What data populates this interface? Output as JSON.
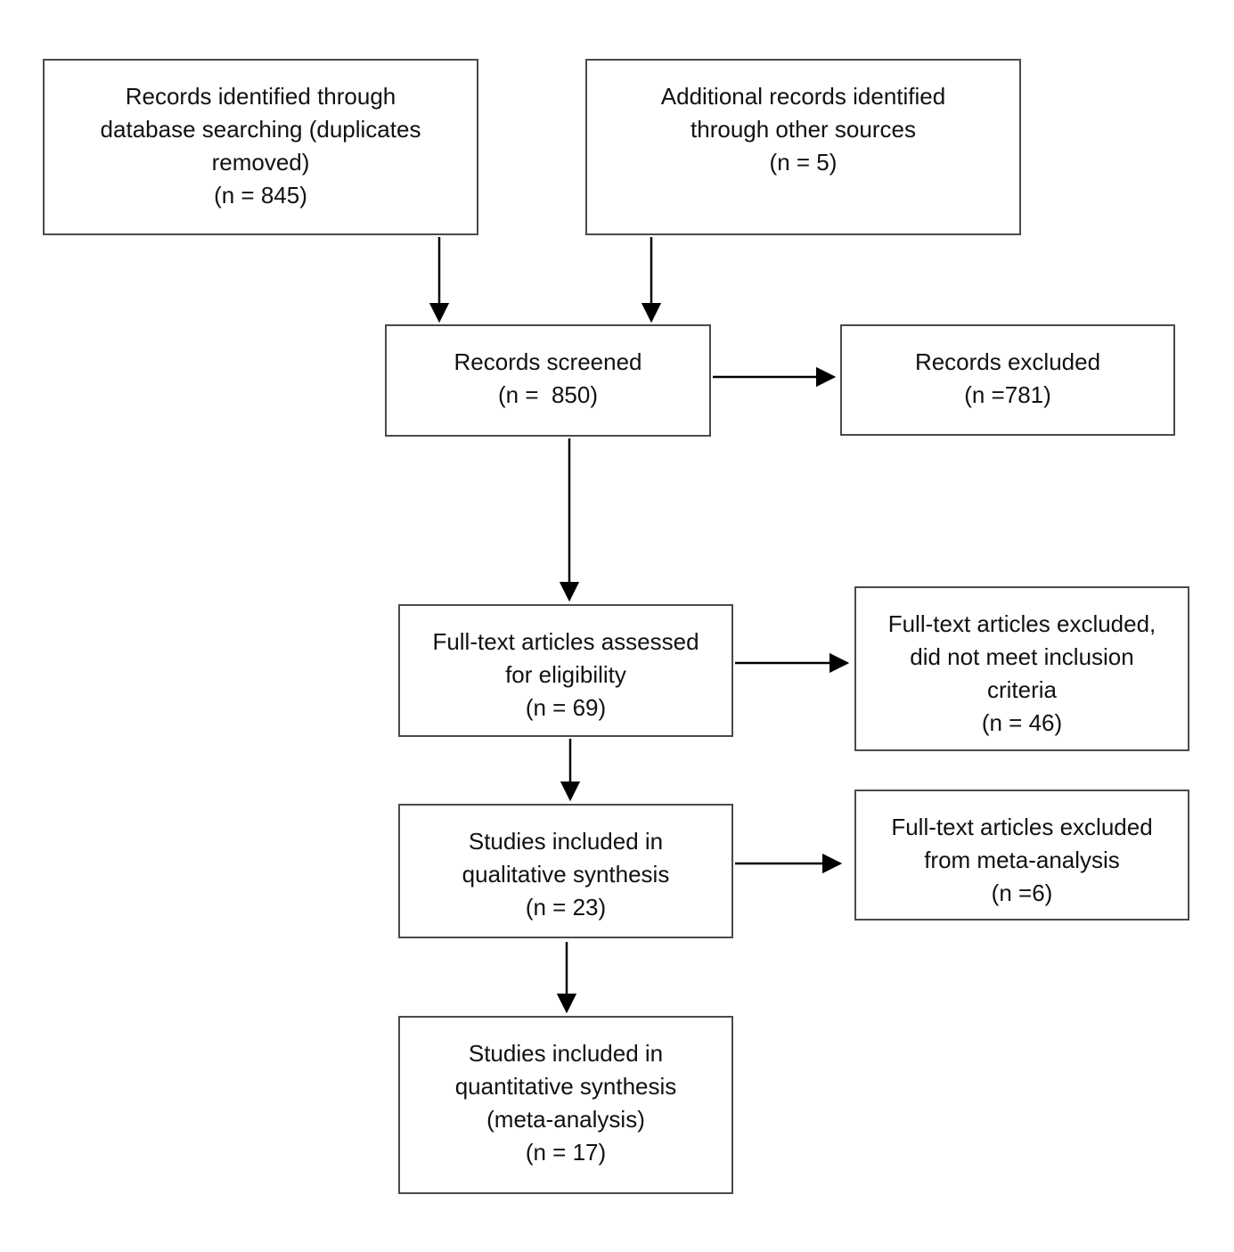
{
  "diagram": {
    "type": "prisma-flow-diagram",
    "background_color": "#ffffff",
    "box_border_color": "#4a4a4a",
    "arrow_color": "#000000",
    "text_color": "#111111",
    "boxes": {
      "records_identified": {
        "text": "Records identified through\ndatabase searching (duplicates\nremoved)\n(n = 845)",
        "count": 845
      },
      "additional_records": {
        "text": "Additional records identified\nthrough other sources\n(n = 5)",
        "count": 5
      },
      "records_screened": {
        "text": "Records screened\n(n =  850)",
        "count": 850
      },
      "records_excluded": {
        "text": "Records excluded\n(n =781)",
        "count": 781
      },
      "fulltext_assessed": {
        "text": "Full-text articles assessed\nfor eligibility\n(n = 69)",
        "count": 69
      },
      "fulltext_excluded_criteria": {
        "text": "Full-text articles excluded,\ndid not meet inclusion\ncriteria\n(n = 46)",
        "count": 46
      },
      "qualitative_included": {
        "text": "Studies included in\nqualitative synthesis\n(n = 23)",
        "count": 23
      },
      "fulltext_excluded_meta": {
        "text": "Full-text articles excluded\nfrom meta-analysis\n(n =6)",
        "count": 6
      },
      "quantitative_included": {
        "text": "Studies included in\nquantitative synthesis\n(meta-analysis)\n(n = 17)",
        "count": 17
      }
    },
    "connections": [
      {
        "from": "records_identified",
        "to": "records_screened"
      },
      {
        "from": "additional_records",
        "to": "records_screened"
      },
      {
        "from": "records_screened",
        "to": "records_excluded"
      },
      {
        "from": "records_screened",
        "to": "fulltext_assessed"
      },
      {
        "from": "fulltext_assessed",
        "to": "fulltext_excluded_criteria"
      },
      {
        "from": "fulltext_assessed",
        "to": "qualitative_included"
      },
      {
        "from": "qualitative_included",
        "to": "fulltext_excluded_meta"
      },
      {
        "from": "qualitative_included",
        "to": "quantitative_included"
      }
    ]
  }
}
